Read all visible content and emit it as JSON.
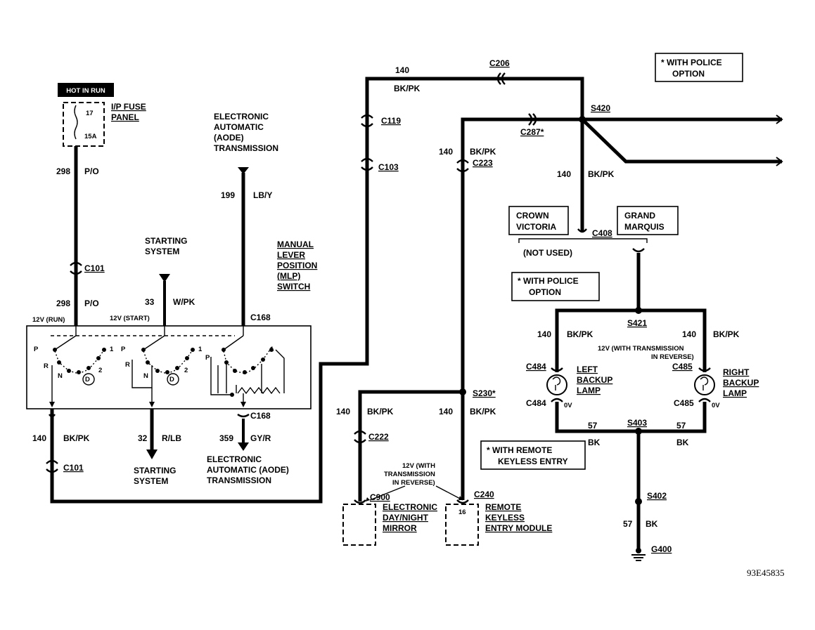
{
  "labels": {
    "hot_in_run": "HOT IN RUN",
    "fuse_panel_line1": "I/P FUSE",
    "fuse_panel_line2": "PANEL",
    "fuse_num": "17",
    "fuse_amp": "15A",
    "wire_298_top": "298",
    "wire_po_top": "P/O",
    "c101_top": "C101",
    "wire_298_bot": "298",
    "wire_po_bot": "P/O",
    "v12_run": "12V (RUN)",
    "v12_start": "12V (START)",
    "starting_system_top_1": "STARTING",
    "starting_system_top_2": "SYSTEM",
    "wire_33": "33",
    "wire_wpk": "W/PK",
    "eat_top_1": "ELECTRONIC",
    "eat_top_2": "AUTOMATIC",
    "eat_top_3": "(AODE)",
    "eat_top_4": "TRANSMISSION",
    "wire_199": "199",
    "wire_lby": "LB/Y",
    "mlp_1": "MANUAL",
    "mlp_2": "LEVER",
    "mlp_3": "POSITION",
    "mlp_4": "(MLP)",
    "mlp_5": "SWITCH",
    "c168_top": "C168",
    "c168_bot": "C168",
    "sw_p": "P",
    "sw_r": "R",
    "sw_n": "N",
    "sw_d": "D",
    "sw_1": "1",
    "sw_2": "2",
    "wire_140_left": "140",
    "wire_bkpk_left": "BK/PK",
    "c101_bot": "C101",
    "wire_32": "32",
    "wire_rlb": "R/LB",
    "starting_system_bot_1": "STARTING",
    "starting_system_bot_2": "SYSTEM",
    "wire_359": "359",
    "wire_gyr": "GY/R",
    "eat_bot_1": "ELECTRONIC",
    "eat_bot_2": "AUTOMATIC (AODE)",
    "eat_bot_3": "TRANSMISSION",
    "wire_140_top": "140",
    "wire_bkpk_top": "BK/PK",
    "c206": "C206",
    "c119": "C119",
    "c103": "C103",
    "c287": "C287*",
    "s420": "S420",
    "wire_140_mid": "140",
    "wire_bkpk_mid": "BK/PK",
    "c223": "C223",
    "wire_140_right": "140",
    "wire_bkpk_right": "BK/PK",
    "police_top_1": "* WITH POLICE",
    "police_top_2": "OPTION",
    "crown_1": "CROWN",
    "crown_2": "VICTORIA",
    "grand_1": "GRAND",
    "grand_2": "MARQUIS",
    "c408": "C408",
    "not_used": "(NOT USED)",
    "police_mid_1": "* WITH POLICE",
    "police_mid_2": "OPTION",
    "s421": "S421",
    "wire_140_bl": "140",
    "wire_bkpk_bl": "BK/PK",
    "wire_140_br": "140",
    "wire_bkpk_br": "BK/PK",
    "v12_trans_1": "12V (WITH TRANSMISSION",
    "v12_trans_2": "IN REVERSE)",
    "c484_top": "C484",
    "c484_bot": "C484",
    "c485_top": "C485",
    "c485_bot": "C485",
    "left_lamp_1": "LEFT",
    "left_lamp_2": "BACKUP",
    "left_lamp_3": "LAMP",
    "right_lamp_1": "RIGHT",
    "right_lamp_2": "BACKUP",
    "right_lamp_3": "LAMP",
    "ov_left": "0V",
    "ov_right": "0V",
    "s403": "S403",
    "wire_57_left": "57",
    "wire_57_right": "57",
    "wire_bk_left": "BK",
    "wire_bk_right": "BK",
    "s402": "S402",
    "wire_57_bot": "57",
    "wire_bk_bot": "BK",
    "g400": "G400",
    "s230": "S230*",
    "wire_140_s230l": "140",
    "wire_bkpk_s230l": "BK/PK",
    "wire_140_s230r": "140",
    "wire_bkpk_s230r": "BK/PK",
    "c222": "C222",
    "rke_1": "* WITH REMOTE",
    "rke_2": "KEYLESS ENTRY",
    "v12_mirror_1": "12V (WITH",
    "v12_mirror_2": "TRANSMISSION",
    "v12_mirror_3": "IN REVERSE)",
    "c900": "C900",
    "c240": "C240",
    "mirror_1": "ELECTRONIC",
    "mirror_2": "DAY/NIGHT",
    "mirror_3": "MIRROR",
    "pin_16": "16",
    "rke_mod_1": "REMOTE",
    "rke_mod_2": "KEYLESS",
    "rke_mod_3": "ENTRY MODULE",
    "ref_code": "93E45835"
  }
}
